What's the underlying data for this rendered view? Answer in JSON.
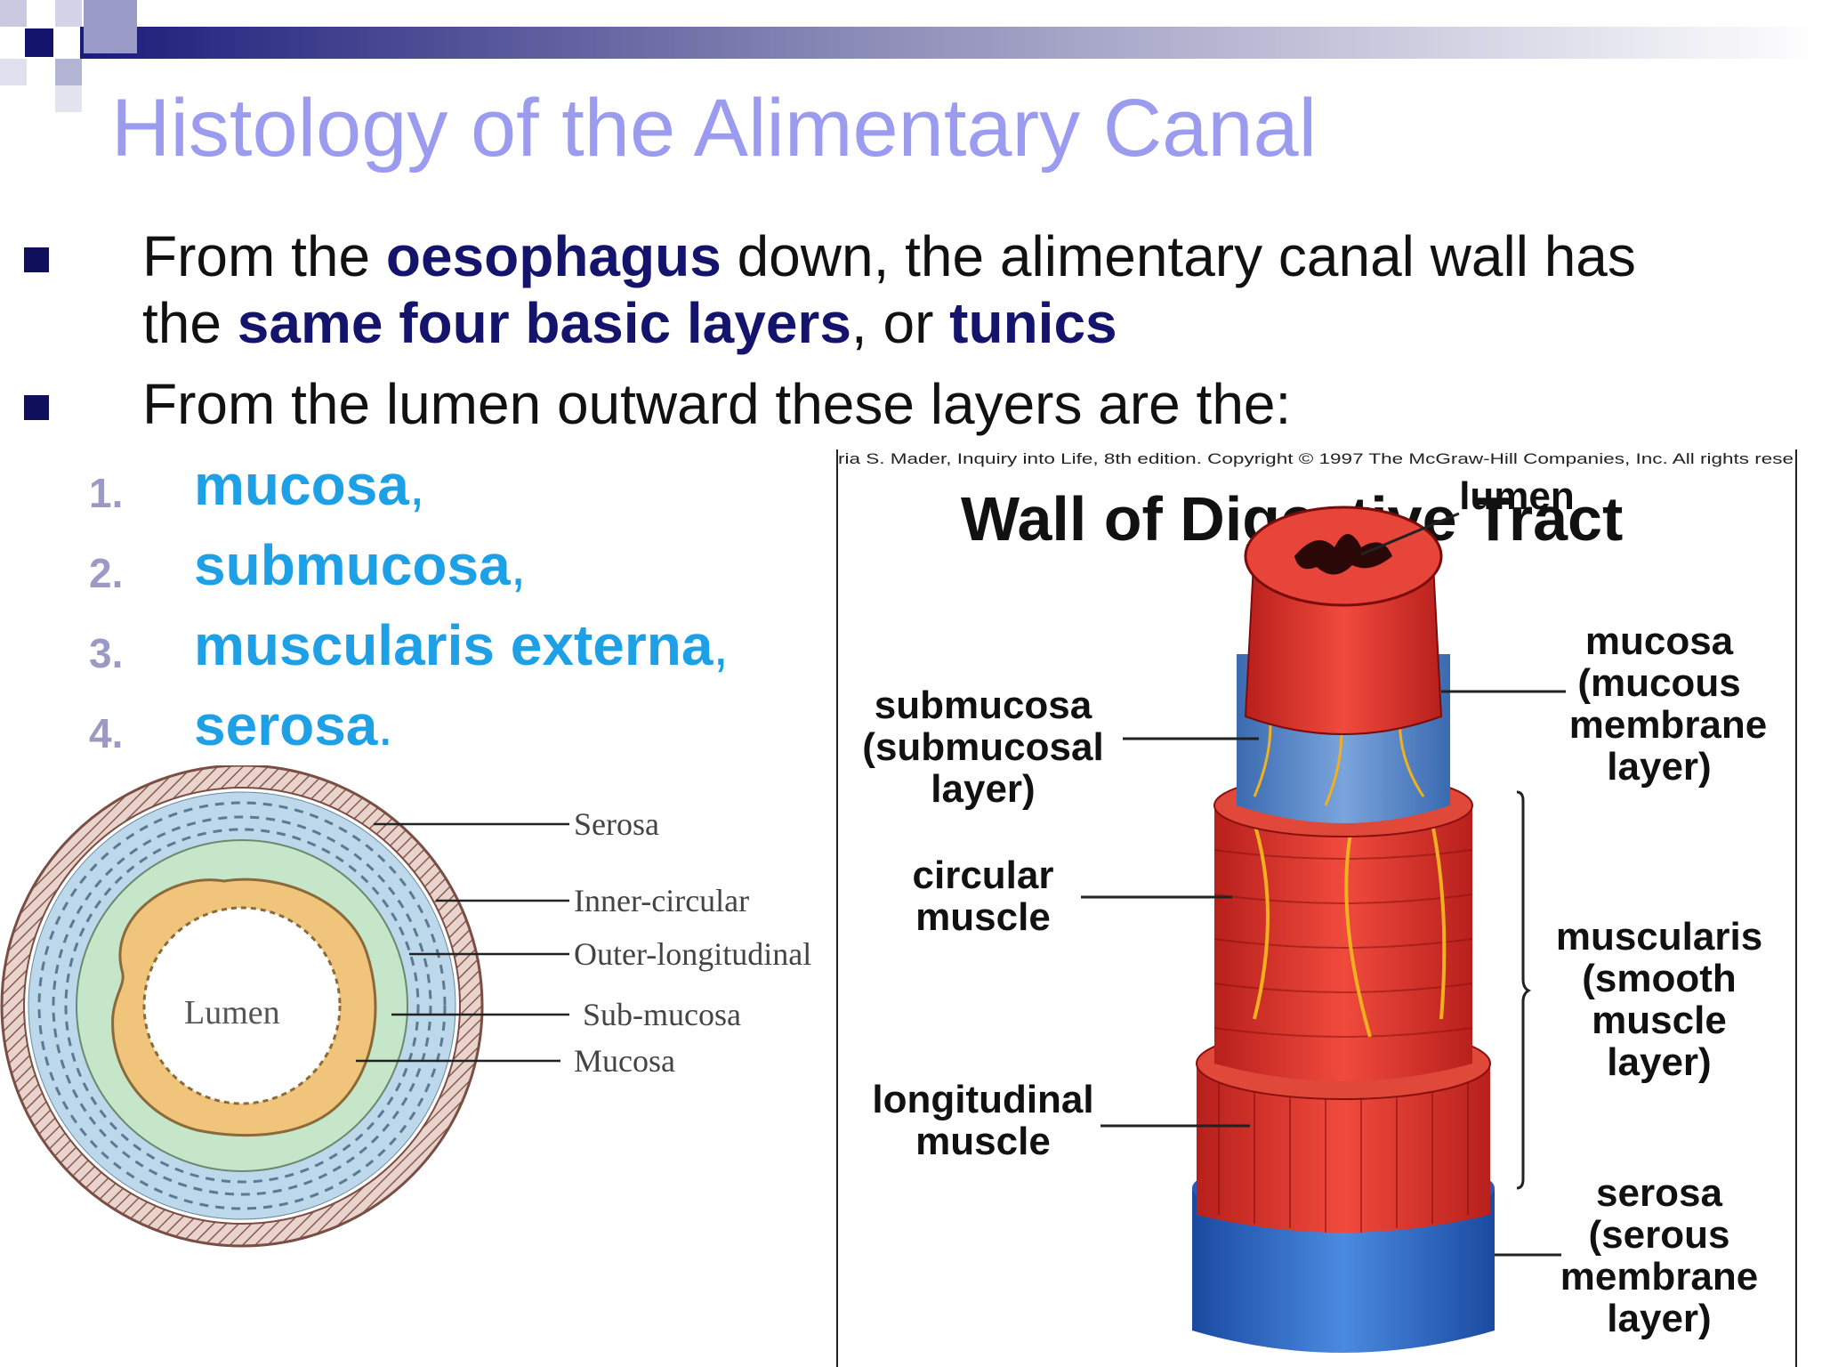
{
  "slide": {
    "title": "Histology of the Alimentary Canal",
    "bullets": [
      {
        "parts": [
          "From the ",
          "oesophagus",
          " down, the alimentary canal wall has"
        ],
        "line2_parts": [
          "the ",
          "same four basic layers",
          ", or ",
          "tunics"
        ]
      },
      {
        "text": "From the lumen outward these layers are the:"
      }
    ],
    "layers": [
      {
        "num": "1.",
        "name": "mucosa",
        "punct": ","
      },
      {
        "num": "2.",
        "name": "submucosa",
        "punct": ","
      },
      {
        "num": "3.",
        "name": "muscularis externa",
        "punct": ","
      },
      {
        "num": "4.",
        "name": "serosa",
        "punct": "."
      }
    ],
    "colors": {
      "title": "#9b9bef",
      "bullet": "#0f0f5c",
      "highlight": "#14146c",
      "layer": "#1ea0e6",
      "numbers": "#9a9ac4"
    }
  },
  "left_diagram": {
    "center_label": "Lumen",
    "labels": [
      "Serosa",
      "Inner-circular",
      "Outer-longitudinal",
      "Sub-mucosa",
      "Mucosa"
    ]
  },
  "right_diagram": {
    "copyright": "ria S. Mader, Inquiry into Life, 8th edition. Copyright © 1997 The McGraw-Hill Companies, Inc. All rights rese",
    "title": "Wall of Digestive Tract",
    "labels": {
      "lumen": "lumen",
      "mucosa": [
        "mucosa",
        "(mucous",
        "membrane",
        "layer)"
      ],
      "submucosa": [
        "submucosa",
        "(submucosal",
        "layer)"
      ],
      "circular": [
        "circular",
        "muscle"
      ],
      "muscularis": [
        "muscularis",
        "(smooth",
        "muscle",
        "layer)"
      ],
      "longitudinal": [
        "longitudinal",
        "muscle"
      ],
      "serosa": [
        "serosa",
        "(serous",
        "membrane",
        "layer)"
      ]
    }
  }
}
